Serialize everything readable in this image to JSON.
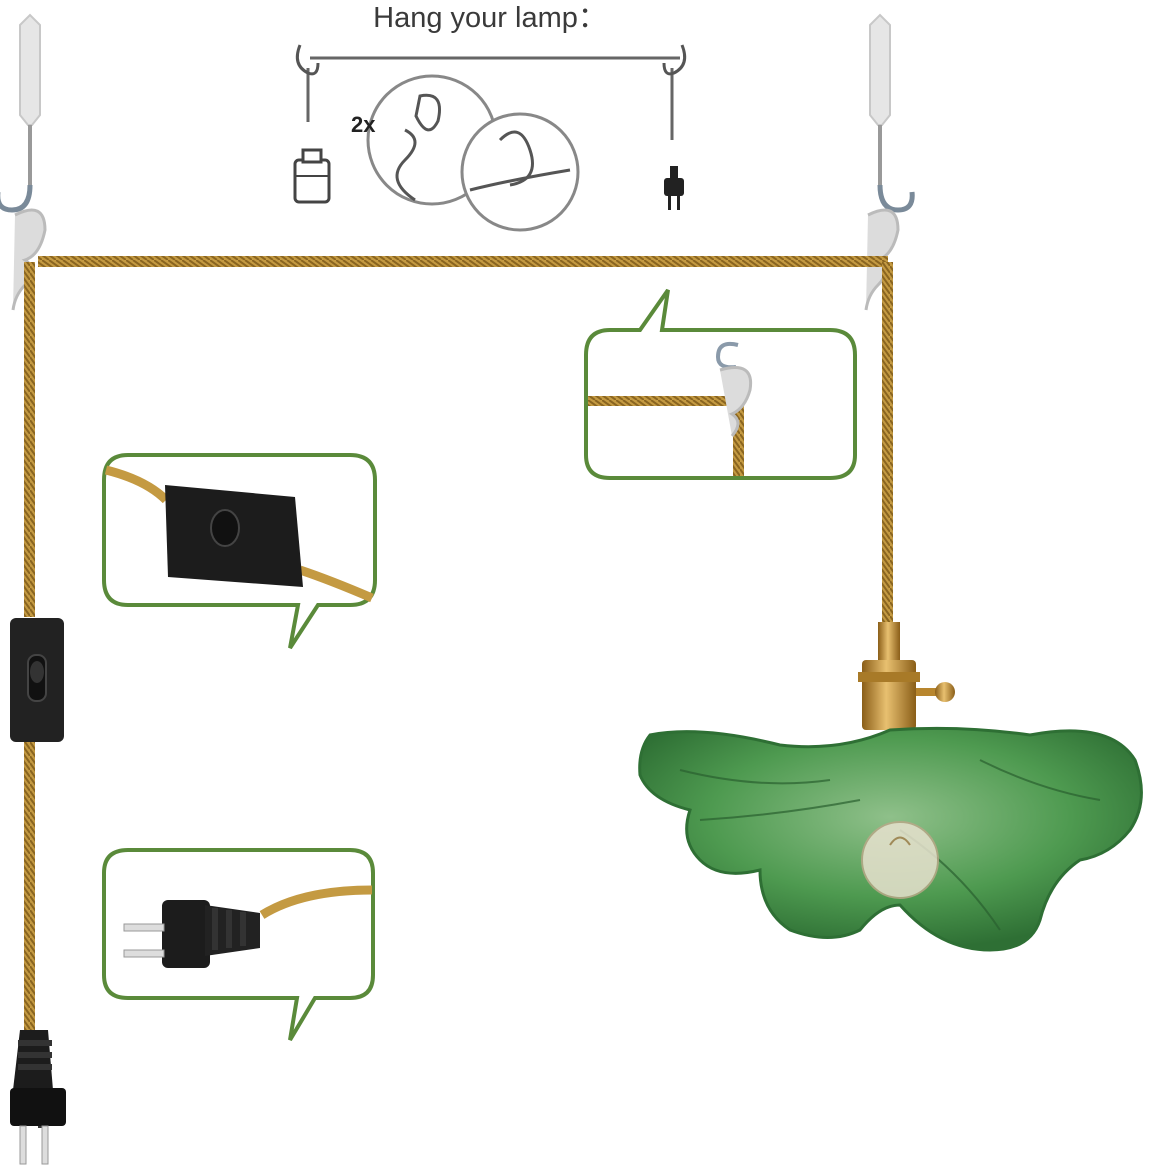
{
  "instruction": {
    "title": "Hang your lamp：",
    "multiplier": "2x"
  },
  "colors": {
    "cord": "#c49a42",
    "cord_dark": "#8a6520",
    "callout_border": "#5a8a3a",
    "shade_green": "#3f8a45",
    "brass": "#c8962e",
    "switch_black": "#222222"
  },
  "callouts": [
    {
      "name": "hook-detail",
      "icon": "ceiling-hook-icon"
    },
    {
      "name": "switch-detail",
      "icon": "inline-switch-icon"
    },
    {
      "name": "plug-detail",
      "icon": "two-prong-plug-icon"
    }
  ]
}
